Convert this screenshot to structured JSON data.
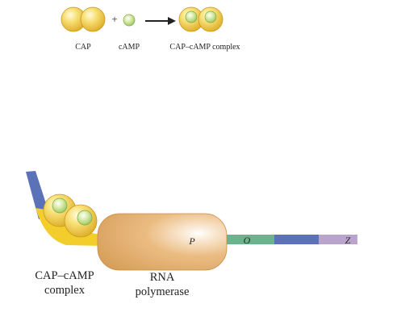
{
  "equation": {
    "cap_label": "CAP",
    "plus": "+",
    "camp_label": "cAMP",
    "complex_label": "CAP–cAMP complex"
  },
  "promoter_diagram": {
    "complex_label_line1": "CAP–cAMP",
    "complex_label_line2": "complex",
    "polymerase_label_line1": "RNA",
    "polymerase_label_line2": "polymerase",
    "promoter_letter": "P",
    "operator_letter": "O",
    "gene_letter": "Z"
  },
  "colors": {
    "cap_yellow": "#f2cf3a",
    "camp_green": "#b6d779",
    "dna_blue": "#5b71b8",
    "operator_green": "#69b48c",
    "gene_purple": "#b8a4cc",
    "polymerase_orange": "#e0ac6a",
    "complex_footprint": "#f3cd2b"
  }
}
